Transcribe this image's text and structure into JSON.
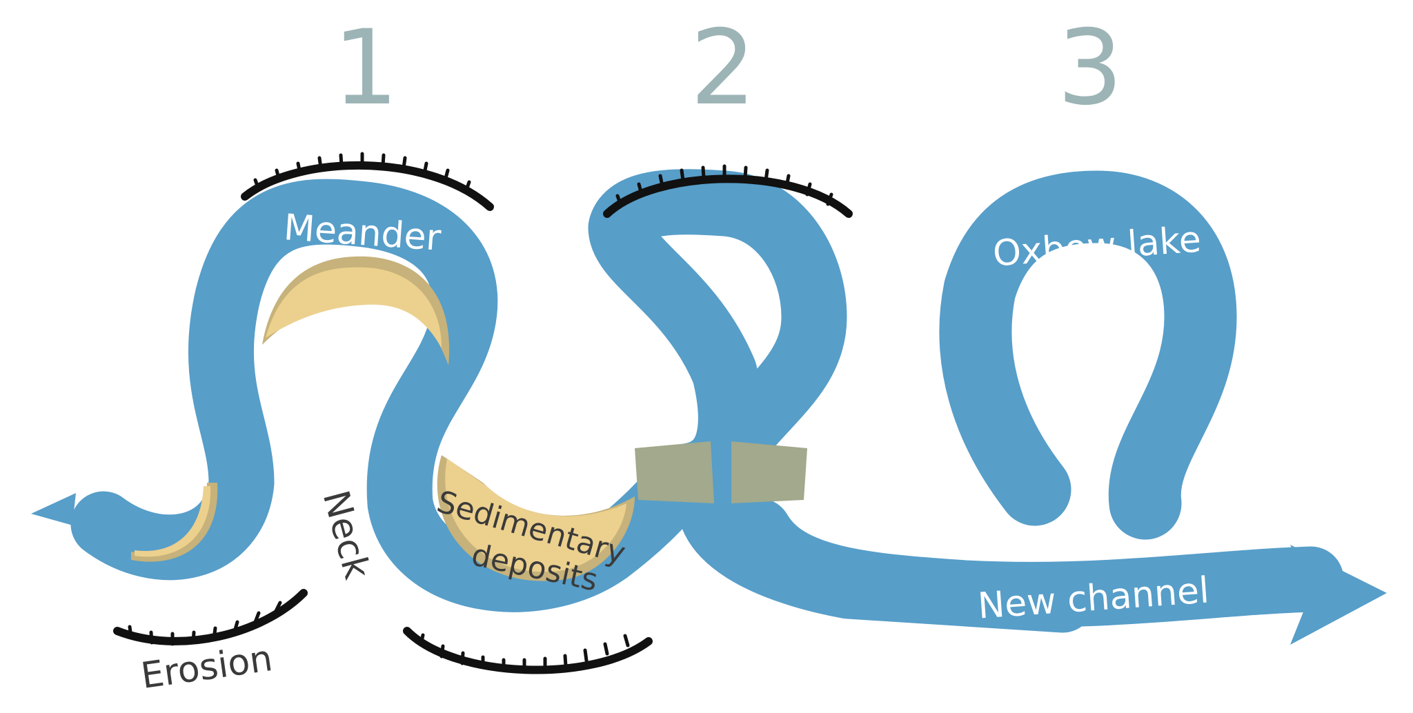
{
  "stages": [
    "1",
    "2",
    "3"
  ],
  "labels": {
    "meander": "Meander",
    "oxbow_lake": "Oxbow lake",
    "neck": "Neck",
    "erosion": "Erosion",
    "sedimentary_line1": "Sedimentary",
    "sedimentary_line2": "deposits",
    "new_channel": "New channel"
  },
  "colors": {
    "river": "#579ec9",
    "deposit": "#ecd08e",
    "stage_number": "#9db4b6",
    "erosion_bank": "#111111",
    "cutoff_mud": "#a2a98c"
  }
}
